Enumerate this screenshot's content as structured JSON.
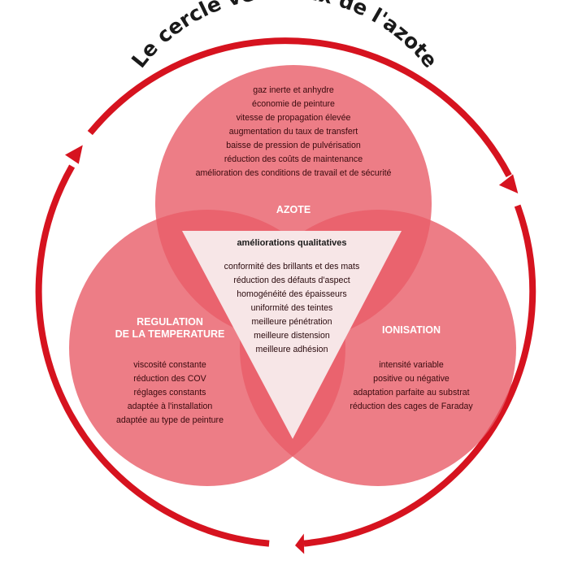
{
  "title": "Le cercle vertueux de l'azote",
  "colors": {
    "ring": "#d6131f",
    "circle": "#e85c68",
    "triangle": "#f7e6e7",
    "text_dark": "#3a0a0e",
    "heading_light": "#ffffff"
  },
  "circles": {
    "azote": {
      "label": "AZOTE",
      "items": [
        "gaz inerte et anhydre",
        "économie de peinture",
        "vitesse de propagation élevée",
        "augmentation du taux de transfert",
        "baisse de pression de pulvérisation",
        "réduction des coûts de maintenance",
        "amélioration des conditions de travail et de sécurité"
      ]
    },
    "regulation": {
      "label_line1": "REGULATION",
      "label_line2": "DE LA TEMPERATURE",
      "items": [
        "viscosité constante",
        "réduction des COV",
        "réglages constants",
        "adaptée à l'installation",
        "adaptée au type de peinture"
      ]
    },
    "ionisation": {
      "label": "IONISATION",
      "items": [
        "intensité variable",
        "positive ou négative",
        "adaptation parfaite au substrat",
        "réduction des cages de Faraday"
      ]
    }
  },
  "center": {
    "title": "améliorations qualitatives",
    "items": [
      "conformité des brillants et des mats",
      "réduction des défauts d'aspect",
      "homogénéité des épaisseurs",
      "uniformité des teintes",
      "meilleure pénétration",
      "meilleure distension",
      "meilleure adhésion"
    ]
  }
}
